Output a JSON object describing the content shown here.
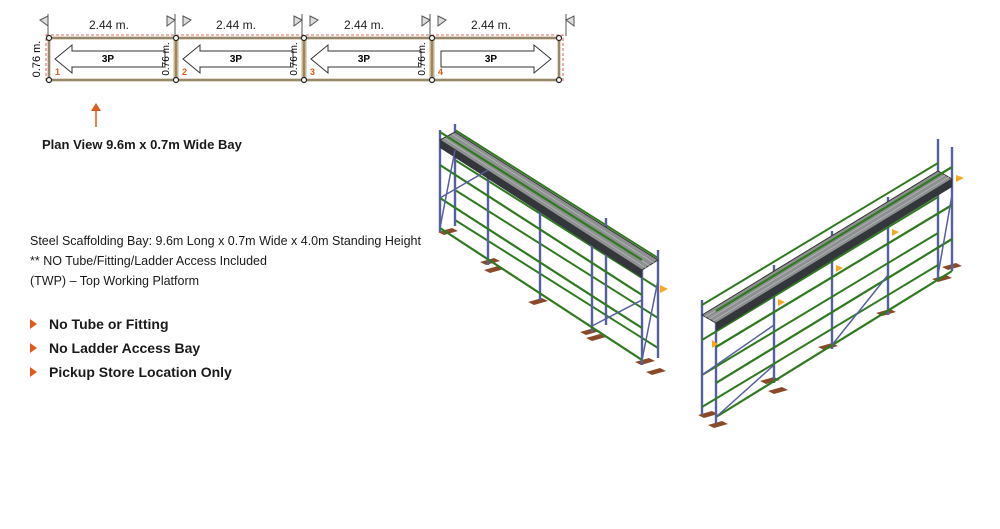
{
  "plan": {
    "bay_length_label": "2.44 m.",
    "bay_width_label": "0.76 m.",
    "divider_label": "0.76 m.",
    "arrow_label": "3P",
    "bay_numbers": [
      "1",
      "2",
      "3",
      "4"
    ],
    "caption": "Plan View 9.6m x 0.7m Wide Bay"
  },
  "description": {
    "line1": "Steel Scaffolding Bay: 9.6m Long x 0.7m Wide x 4.0m Standing Height",
    "line2": "** NO Tube/Fitting/Ladder Access Included",
    "line3": "(TWP) – Top Working Platform"
  },
  "features": [
    "No Tube or Fitting",
    "No Ladder Access Bay",
    "Pickup Store Location Only"
  ],
  "colors": {
    "accent": "#e05a1a",
    "frame_green": "#2f7a1f",
    "standard_blue": "#5560a0",
    "deck_grey": "#8e9092",
    "base_brown": "#8a4a2a",
    "plan_outline": "#c9b48a"
  }
}
